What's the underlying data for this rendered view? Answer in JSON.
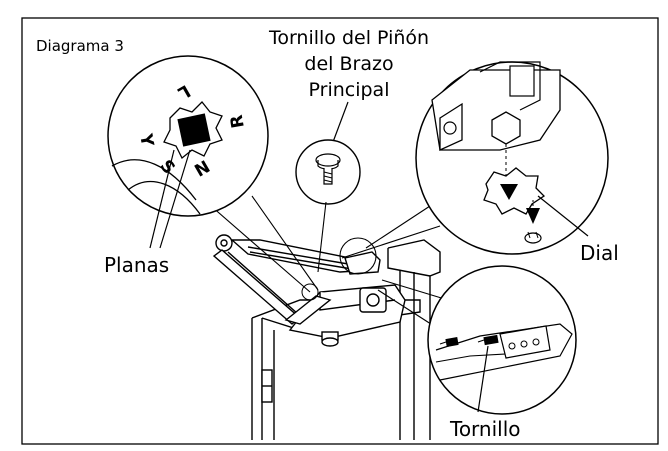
{
  "diagram": {
    "title": "Diagrama 3",
    "callouts": {
      "pinion_screw_line1": "Tornillo del Piñón",
      "pinion_screw_line2": "del Brazo",
      "pinion_screw_line3": "Principal",
      "flats": "Planas",
      "dial": "Dial",
      "screw": "Tornillo"
    },
    "dial_letters": {
      "l": "L",
      "r": "R",
      "n": "N",
      "s": "S",
      "y": "Y"
    }
  }
}
